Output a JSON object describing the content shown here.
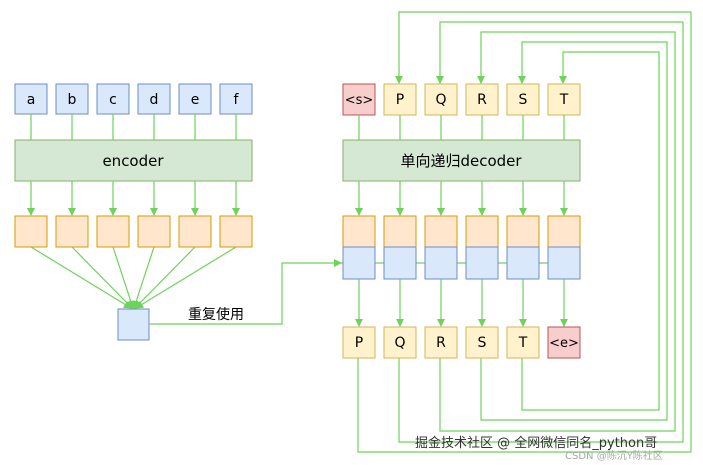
{
  "encoder": {
    "inputs": [
      "a",
      "b",
      "c",
      "d",
      "e",
      "f"
    ],
    "label": "encoder"
  },
  "context": {
    "label": "重复使用"
  },
  "decoder": {
    "inputs": [
      "<s>",
      "P",
      "Q",
      "R",
      "S",
      "T"
    ],
    "label": "单向递归decoder",
    "outputs": [
      "P",
      "Q",
      "R",
      "S",
      "T",
      "<e>"
    ]
  },
  "watermark": {
    "main": "掘金技术社区 @ 全网微信同名_python哥",
    "sub": "CSDN @陈沉Y陈社区"
  },
  "colors": {
    "token_blue_fill": "#dae8fc",
    "token_blue_stroke": "#6c8ebf",
    "encoder_fill": "#d5e8d4",
    "encoder_stroke": "#82b366",
    "state_orange_fill": "#ffe6cc",
    "state_orange_stroke": "#d79b00",
    "token_yellow_fill": "#fff2cc",
    "token_yellow_stroke": "#d6b656",
    "special_red_fill": "#f8cecc",
    "special_red_stroke": "#b85450",
    "arrow_green": "#6dd35a"
  }
}
